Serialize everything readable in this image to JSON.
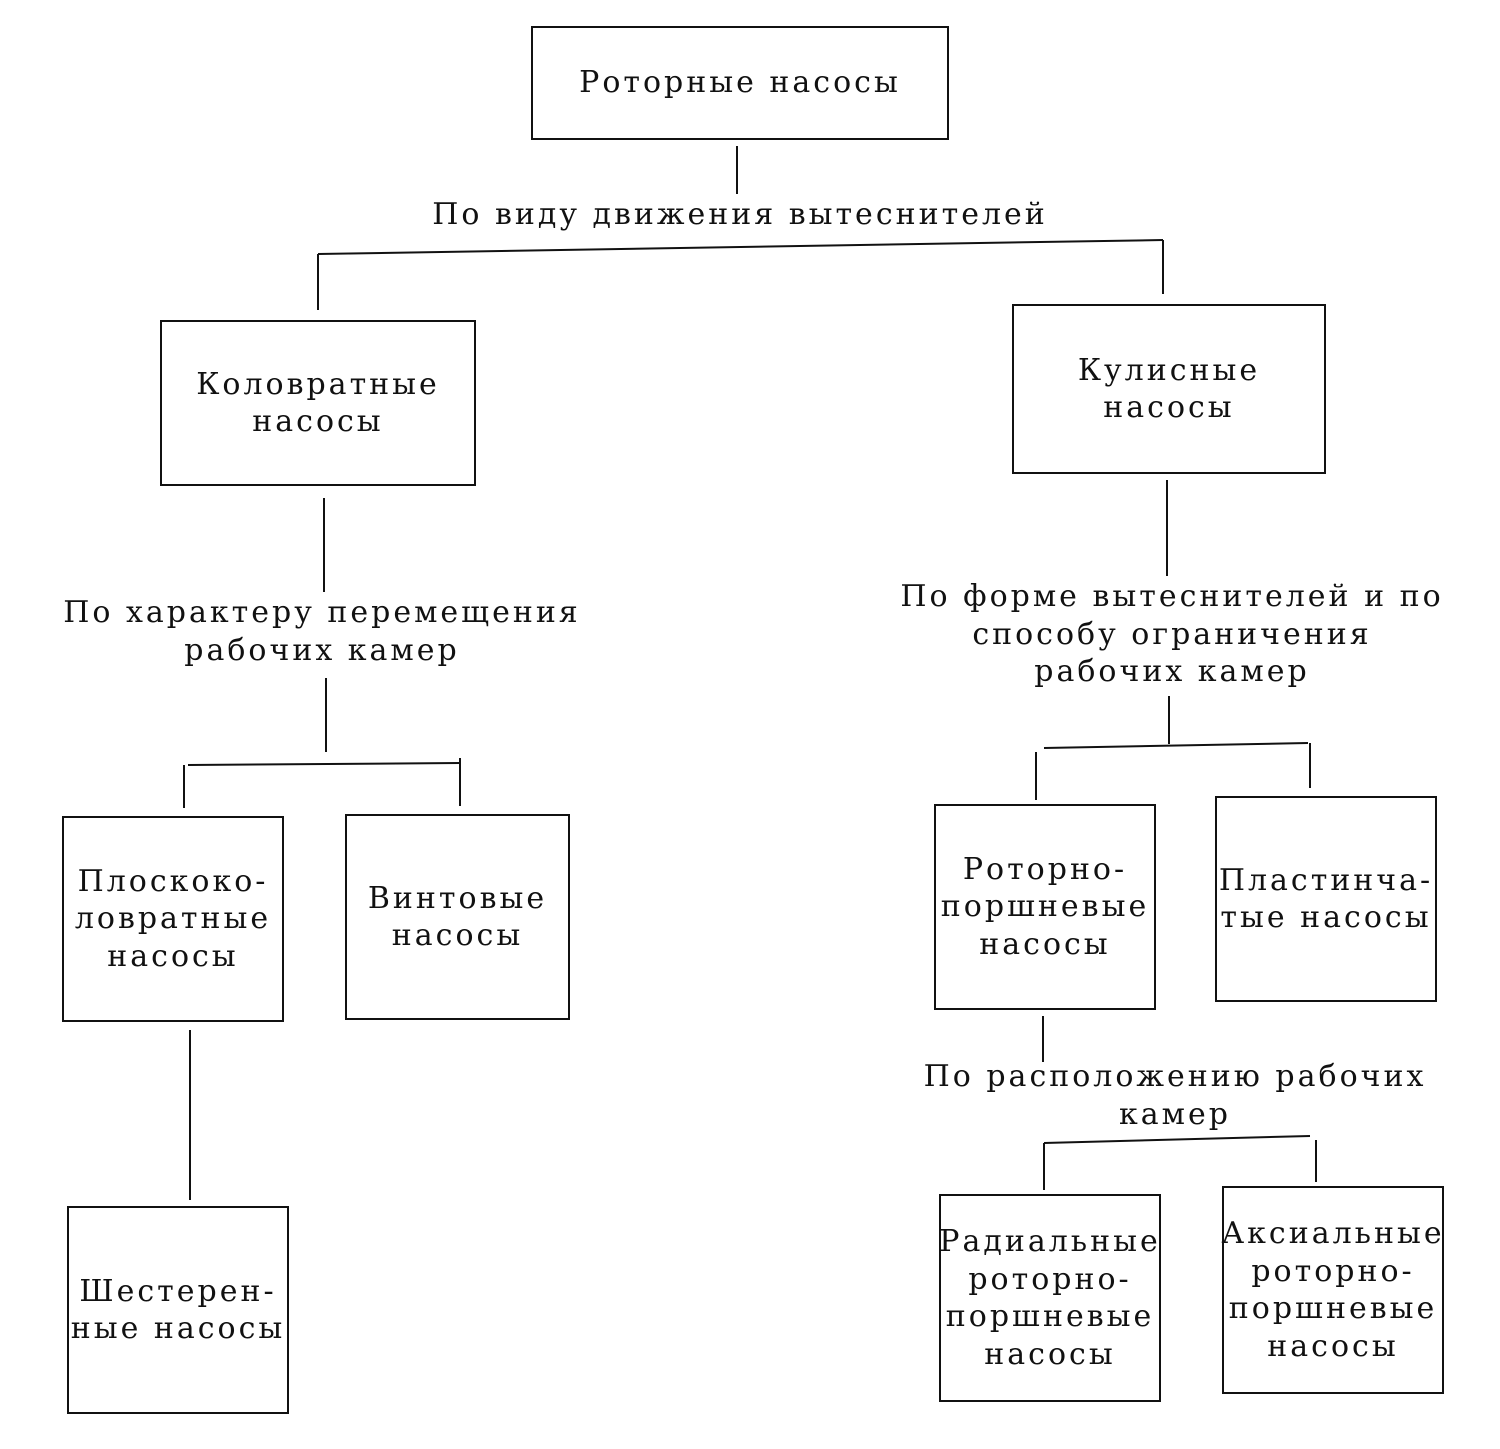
{
  "nodes": {
    "root": "Роторные насосы",
    "kolovratnye": "Коловратные\nнасосы",
    "kulisnye": "Кулисные\nнасосы",
    "ploskokolovratnye": "Плоскоко-\nловратные\nнасосы",
    "vintovye": "Винтовые\nнасосы",
    "shesterennye": "Шестерен-\nные насосы",
    "rotorno_porshnevye": "Роторно-\nпоршневые\nнасосы",
    "plastinchatye": "Пластинча-\nтые насосы",
    "radialnye": "Радиальные\nроторно-\nпоршневые\nнасосы",
    "aksialnye": "Аксиальные\nроторно-\nпоршневые\nнасосы"
  },
  "criteria": {
    "motion": "По виду движения вытеснителей",
    "chamber_movement": "По характеру перемещения\nрабочих камер",
    "shape": "По форме вытеснителей и по\nспособу ограничения\nрабочих камер",
    "arrangement": "По расположению рабочих\nкамер"
  }
}
